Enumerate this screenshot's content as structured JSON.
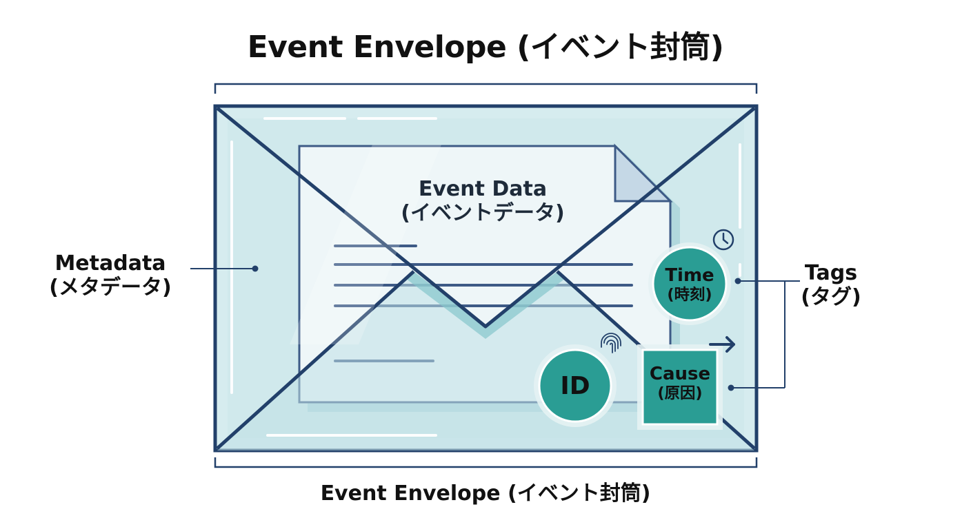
{
  "title_top": "Event Envelope (イベント封筒)",
  "title_bottom": "Event Envelope (イベント封筒)",
  "document": {
    "line1": "Event Data",
    "line2": "(イベントデータ)"
  },
  "metadata": {
    "line1": "Metadata",
    "line2": "(メタデータ)"
  },
  "tags": {
    "line1": "Tags",
    "line2": "(タグ)"
  },
  "time": {
    "line1": "Time",
    "line2": "(時刻)"
  },
  "id": {
    "label": "ID"
  },
  "cause": {
    "line1": "Cause",
    "line2": "(原因)"
  },
  "colors": {
    "outline": "#22406a",
    "envelope_fill": "#d6ecef",
    "document_fill": "#eef6f8",
    "document_lines": "#3d5a86",
    "teal_badge": "#2a9d94",
    "teal_badge_ring": "#e4f2f3",
    "text": "#111111"
  },
  "icons": [
    "clock-icon",
    "fingerprint-icon",
    "arrow-right-icon"
  ]
}
